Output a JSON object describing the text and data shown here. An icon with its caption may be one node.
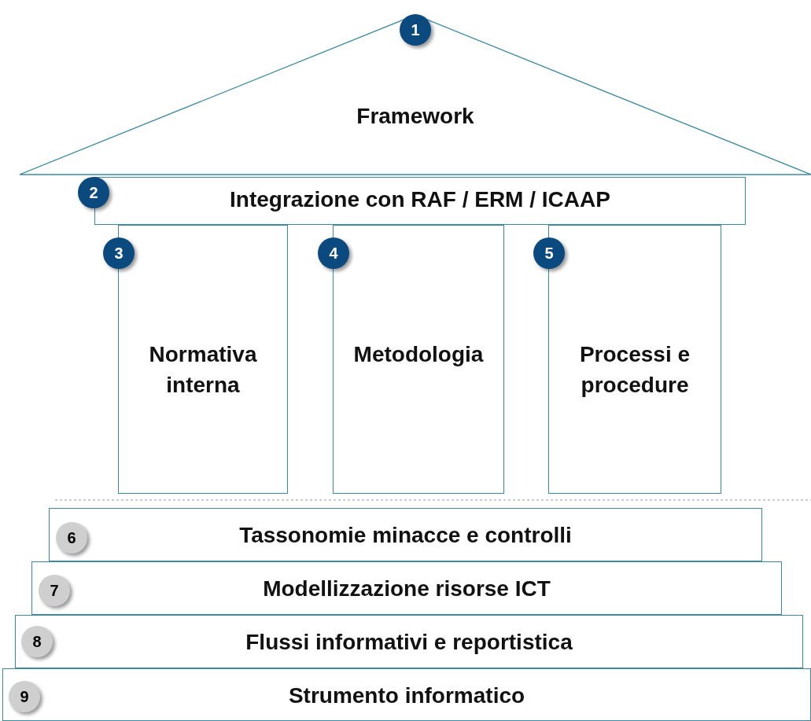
{
  "diagram": {
    "nodes": [
      {
        "text": [
          "1",
          "Framework"
        ]
      },
      {
        "text": [
          "2",
          "Integrazione con RAF / ERM / ICAAP"
        ]
      },
      {
        "text": [
          "3",
          "Normativa interna"
        ]
      },
      {
        "text": [
          "4",
          "Metodologia"
        ]
      },
      {
        "text": [
          "5",
          "Processi e procedure"
        ]
      },
      {
        "text": [
          "6",
          "Tassonomie minacce e controlli"
        ]
      },
      {
        "text": [
          "7",
          "Modellizzazione risorse ICT"
        ]
      },
      {
        "text": [
          "8",
          "Flussi informativi e reportistica"
        ]
      },
      {
        "text": [
          "9",
          "Strumento informatico"
        ]
      }
    ]
  }
}
